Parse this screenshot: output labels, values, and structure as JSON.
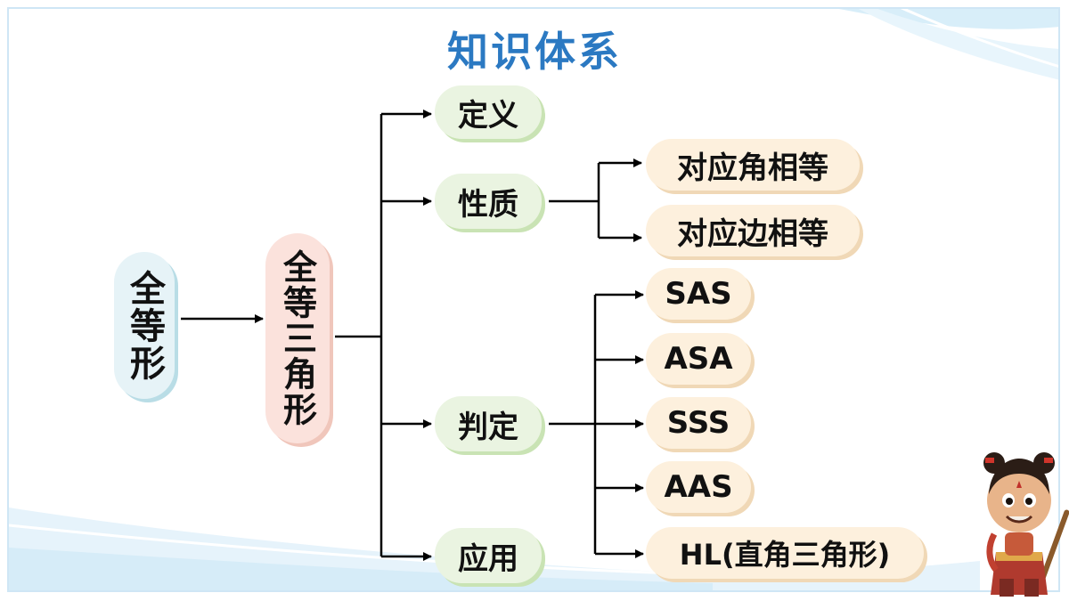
{
  "title": "知识体系",
  "root": "全等形",
  "level1": "全等三角形",
  "branches": {
    "definition": "定义",
    "properties": "性质",
    "criteria": "判定",
    "application": "应用"
  },
  "properties_items": [
    "对应角相等",
    "对应边相等"
  ],
  "criteria_items": [
    "SAS",
    "ASA",
    "SSS",
    "AAS",
    "HL(直角三角形)"
  ],
  "colors": {
    "title": "#2b79c2",
    "root_fill": "#e6f3f7",
    "level1_fill": "#fbe2dc",
    "branch_fill": "#eaf4e1",
    "leaf_fill": "#fdf0dd",
    "connector": "#000000"
  },
  "mascot": "cartoon-character-illustration"
}
